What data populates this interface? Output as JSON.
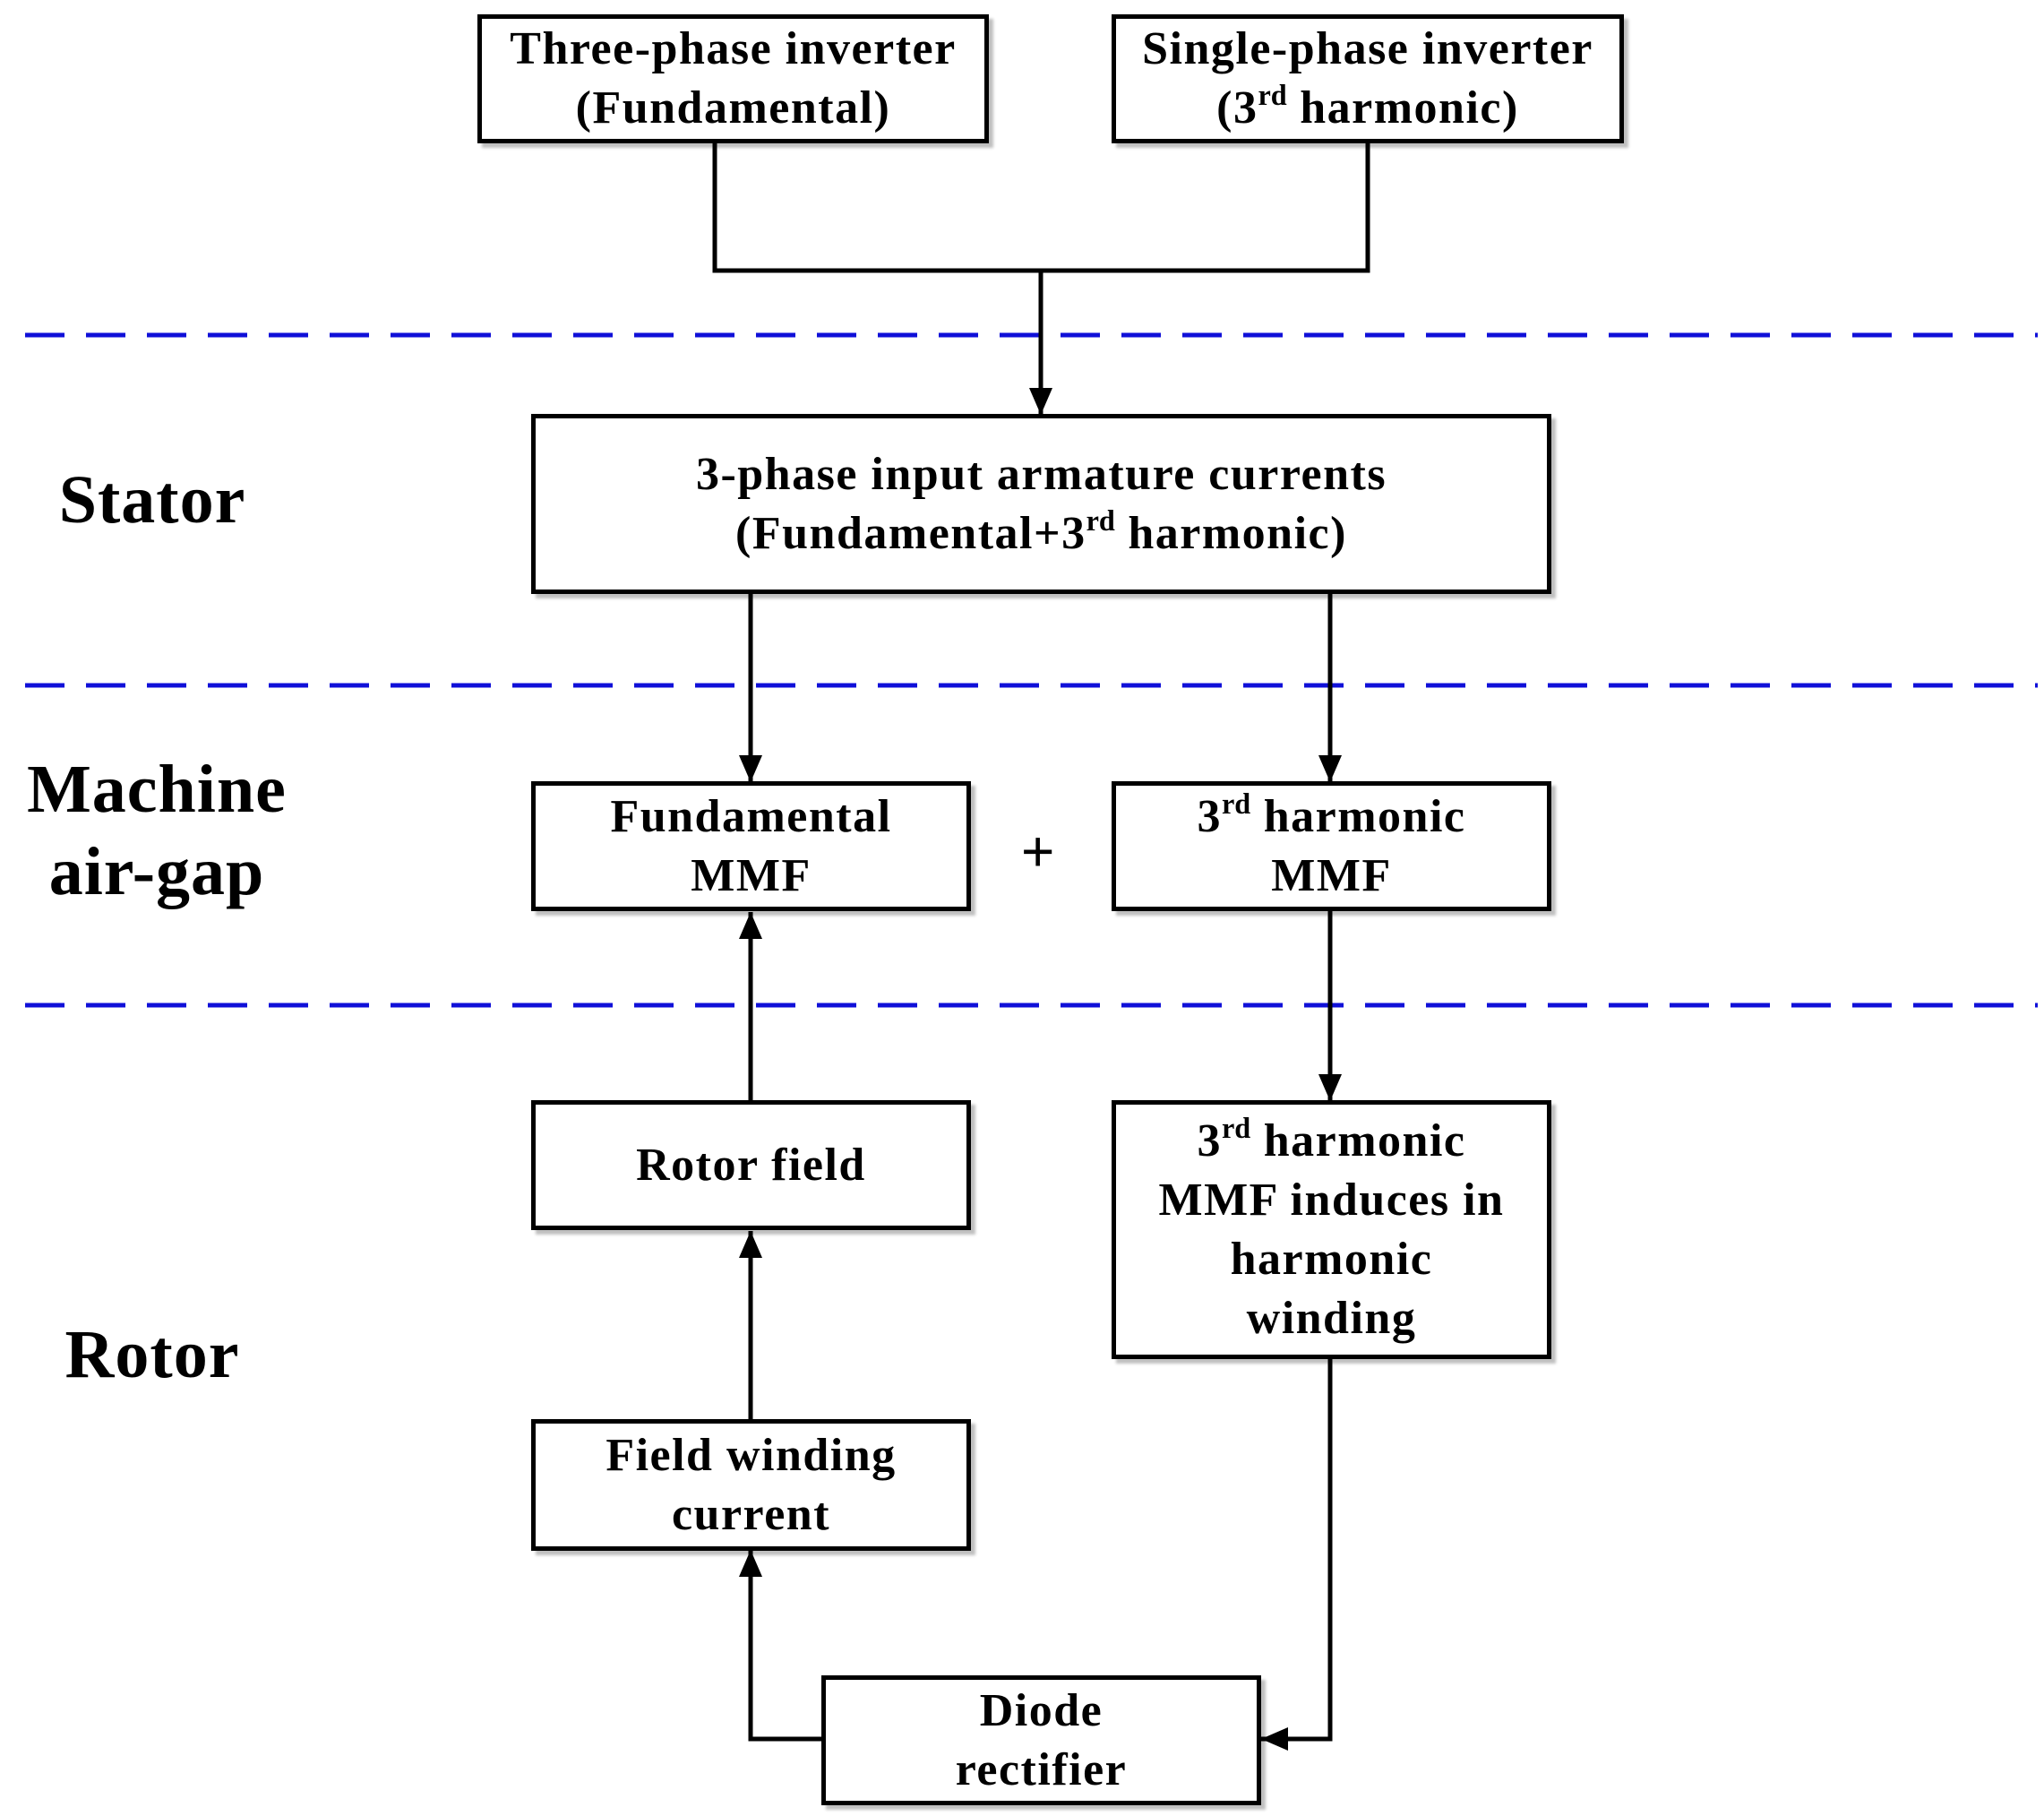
{
  "colors": {
    "divider": "#1010d8",
    "stroke": "#000000"
  },
  "regions": {
    "stator": "Stator",
    "airgap_line1": "Machine",
    "airgap_line2": "air-gap",
    "rotor": "Rotor"
  },
  "boxes": {
    "three_phase": {
      "line1": "Three-phase inverter",
      "line2": "(Fundamental)"
    },
    "single_phase": {
      "line1": "Single-phase inverter",
      "line2_pre": "(3",
      "line2_sup": "rd",
      "line2_post": " harmonic)"
    },
    "armature": {
      "line1": "3-phase input armature currents",
      "line2_pre": "(Fundamental+3",
      "line2_sup": "rd",
      "line2_post": " harmonic)"
    },
    "fund_mmf": {
      "line1": "Fundamental",
      "line2": "MMF"
    },
    "harm_mmf": {
      "line1_pre": "3",
      "line1_sup": "rd",
      "line1_post": " harmonic",
      "line2": "MMF"
    },
    "rotor_field": {
      "line1": "Rotor field"
    },
    "harm_induce": {
      "line1_pre": "3",
      "line1_sup": "rd",
      "line1_post": " harmonic",
      "line2": "MMF induces in",
      "line3": "harmonic",
      "line4": "winding"
    },
    "field_current": {
      "line1": "Field winding",
      "line2": "current"
    },
    "diode": {
      "line1": "Diode",
      "line2": "rectifier"
    }
  },
  "plus_sign": "+"
}
